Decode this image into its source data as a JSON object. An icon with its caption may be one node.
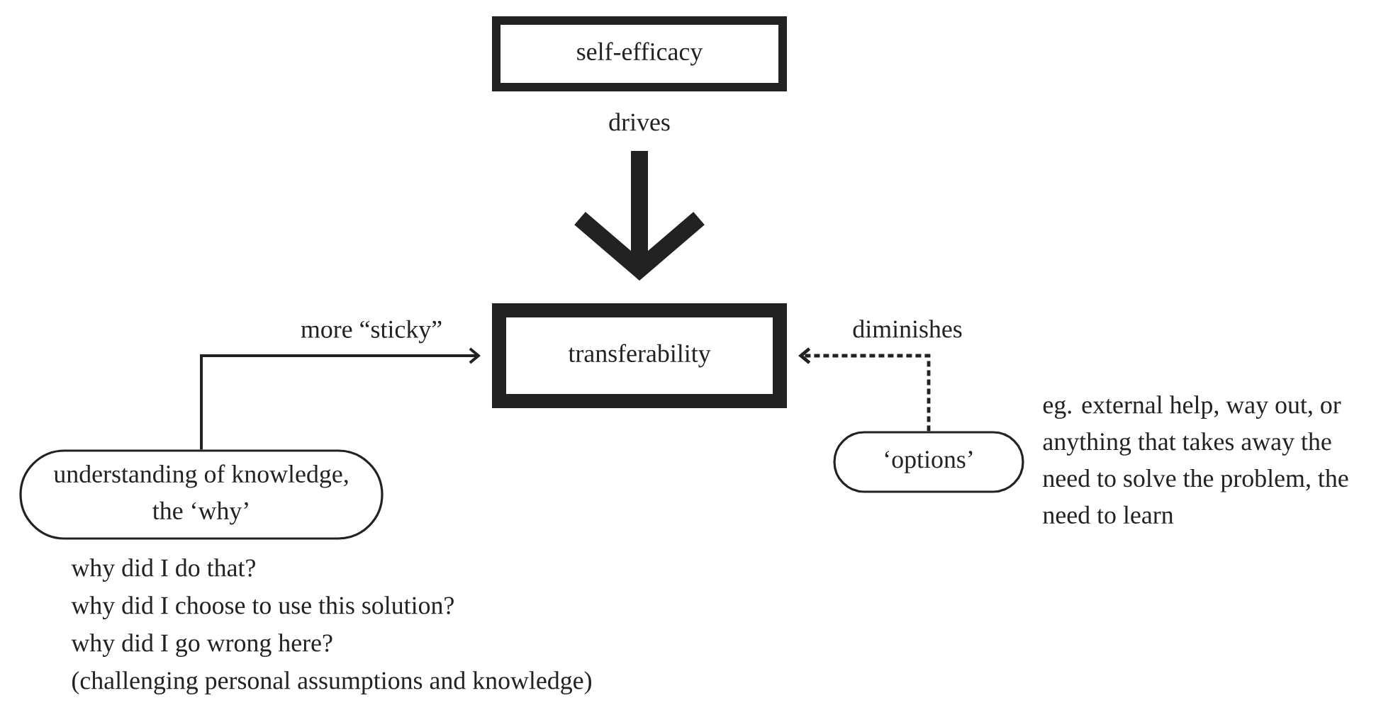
{
  "diagram": {
    "nodes": [
      {
        "text": [
          "self-efficacy"
        ]
      },
      {
        "text": [
          "transferability"
        ]
      },
      {
        "text": [
          "understanding of knowledge, the ‘why’"
        ],
        "beside": [
          "why did I do that?",
          "why did I choose to use this solution?",
          "why did I go wrong here?",
          "(challenging personal assumptions and knowledge)"
        ]
      },
      {
        "text": [
          "‘options’"
        ],
        "beside": [
          "eg. external help, way out, or anything that takes away the need to solve the problem, the need to learn"
        ]
      }
    ],
    "edges": [
      {
        "from": 0,
        "to": 1,
        "arrow": "to",
        "label": "drives",
        "style": "thick"
      },
      {
        "from": 2,
        "to": 1,
        "arrow": "to",
        "label": "more “sticky”"
      },
      {
        "from": 3,
        "to": 1,
        "arrow": "to",
        "label": "diminishes",
        "style": "dashed"
      }
    ]
  }
}
